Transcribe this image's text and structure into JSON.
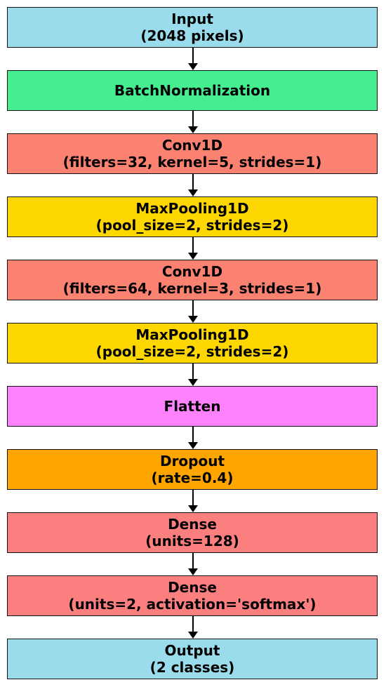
{
  "layers": [
    {
      "id": "input",
      "lines": [
        "Input",
        "(2048 pixels)"
      ],
      "color": "#9bdcec"
    },
    {
      "id": "batchnorm",
      "lines": [
        "BatchNormalization"
      ],
      "color": "#45ee8f"
    },
    {
      "id": "conv1d-1",
      "lines": [
        "Conv1D",
        "(filters=32, kernel=5, strides=1)"
      ],
      "color": "#fb8170"
    },
    {
      "id": "maxpool-1",
      "lines": [
        "MaxPooling1D",
        "(pool_size=2, strides=2)"
      ],
      "color": "#fed700"
    },
    {
      "id": "conv1d-2",
      "lines": [
        "Conv1D",
        "(filters=64, kernel=3, strides=1)"
      ],
      "color": "#fb8170"
    },
    {
      "id": "maxpool-2",
      "lines": [
        "MaxPooling1D",
        "(pool_size=2, strides=2)"
      ],
      "color": "#fed700"
    },
    {
      "id": "flatten",
      "lines": [
        "Flatten"
      ],
      "color": "#fe81fe"
    },
    {
      "id": "dropout",
      "lines": [
        "Dropout",
        "(rate=0.4)"
      ],
      "color": "#fea500"
    },
    {
      "id": "dense-1",
      "lines": [
        "Dense",
        "(units=128)"
      ],
      "color": "#fb7f7e"
    },
    {
      "id": "dense-2",
      "lines": [
        "Dense",
        "(units=2, activation='softmax')"
      ],
      "color": "#fb7f7e"
    },
    {
      "id": "output",
      "lines": [
        "Output",
        "(2 classes)"
      ],
      "color": "#9bdcec"
    }
  ]
}
